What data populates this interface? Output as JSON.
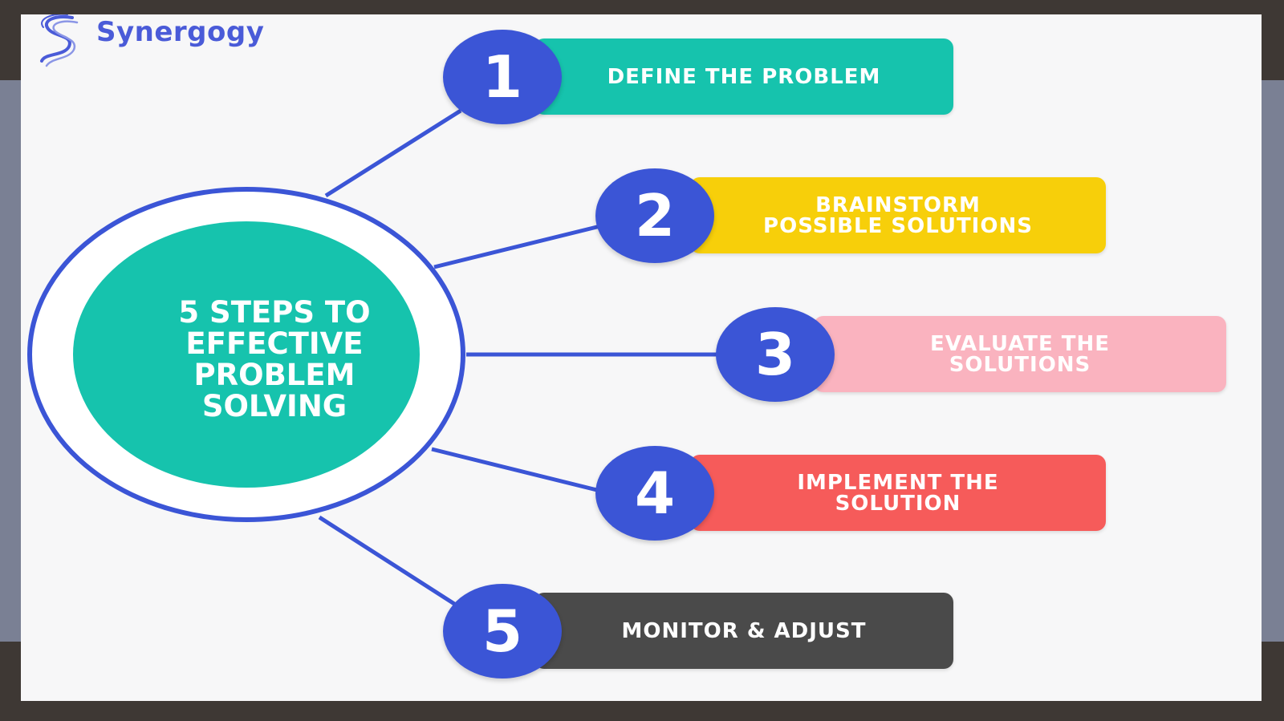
{
  "brand": {
    "logo_text": "Synergogy",
    "logo_icon": "synergogy-swirl-logo",
    "brand_color": "#4a5bd8"
  },
  "hub": {
    "title": "5 STEPS TO\nEFFECTIVE\nPROBLEM\nSOLVING",
    "fill_color": "#16c3ad",
    "ring_color": "#3b55d6"
  },
  "steps": [
    {
      "number": "1",
      "label": "DEFINE THE PROBLEM",
      "color": "#16c3ad"
    },
    {
      "number": "2",
      "label": "BRAINSTORM\nPOSSIBLE SOLUTIONS",
      "color": "#f7cf0a"
    },
    {
      "number": "3",
      "label": "EVALUATE THE\nSOLUTIONS",
      "color": "#fab3bf"
    },
    {
      "number": "4",
      "label": "IMPLEMENT THE\nSOLUTION",
      "color": "#f65b5a"
    },
    {
      "number": "5",
      "label": "MONITOR & ADJUST",
      "color": "#4a4a4a"
    }
  ],
  "badge_color": "#3b55d6"
}
